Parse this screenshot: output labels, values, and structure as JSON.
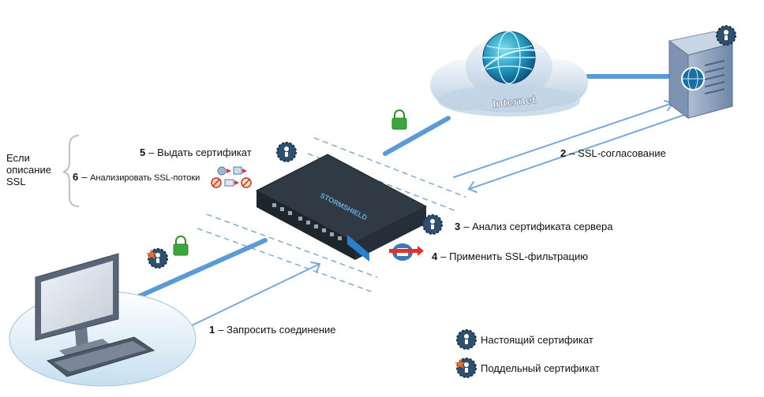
{
  "cloud": {
    "label": "Internet"
  },
  "device": {
    "brand": "STORMSHIELD"
  },
  "colors": {
    "link": "#5b9bd5",
    "arrow": "#7aa9d8",
    "cert_badge": "#2f4f6f",
    "lock": "#3aa83a",
    "fake_star": "#e0702c"
  },
  "condition": {
    "line1": "Если",
    "line2": "описание",
    "line3": "SSL"
  },
  "steps": [
    {
      "num": "1",
      "dash": "–",
      "text": "Запросить соединение"
    },
    {
      "num": "2",
      "dash": "–",
      "text": "SSL-согласование"
    },
    {
      "num": "3",
      "dash": "–",
      "text": "Анализ сертификата сервера"
    },
    {
      "num": "4",
      "dash": "–",
      "text": "Применить SSL-фильтрацию"
    },
    {
      "num": "5",
      "dash": "–",
      "text": "Выдать сертификат"
    },
    {
      "num": "6",
      "dash": "–",
      "text": "Анализировать SSL-потоки"
    }
  ],
  "legend": [
    {
      "text": "Настоящий сертификат",
      "icon": "real-certificate-icon"
    },
    {
      "text": "Поддельный сертификат",
      "icon": "fake-certificate-icon"
    }
  ]
}
